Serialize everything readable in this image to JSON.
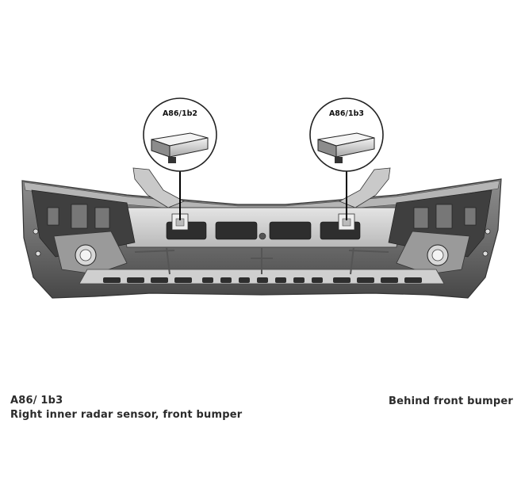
{
  "callouts": [
    {
      "label": "A86/1b2"
    },
    {
      "label": "A86/1b3"
    }
  ],
  "caption": {
    "component_code": "A86/ 1b3",
    "component_name": "Right inner radar sensor, front bumper",
    "location": "Behind front bumper"
  }
}
